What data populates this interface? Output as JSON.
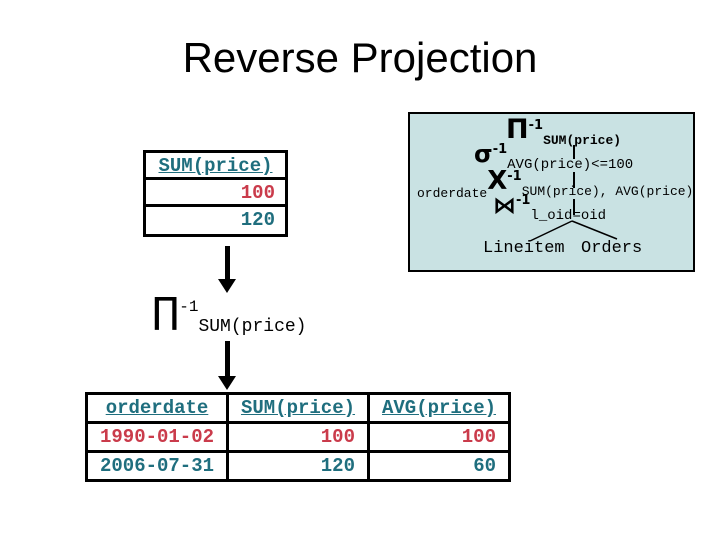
{
  "colors": {
    "teal": "#1f6e7e",
    "red": "#ca3b4b",
    "box_bg": "#c9e2e3",
    "line": "#000000"
  },
  "title": "Reverse Projection",
  "input_table": {
    "header": "SUM(price)",
    "rows": [
      "100",
      "120"
    ]
  },
  "plan_box": {
    "levels": [
      {
        "prefix": "",
        "op": "Π",
        "sup": "-1",
        "sub": "SUM(price)"
      },
      {
        "prefix": "",
        "op": "σ",
        "sup": "-1",
        "sub": "AVG(price)<=100"
      },
      {
        "prefix": "orderdate",
        "op": "Χ",
        "sup": "-1",
        "sub": "SUM(price), AVG(price)"
      },
      {
        "prefix": "",
        "op": "⋈",
        "sup": "-1",
        "sub": "l_oid=oid"
      }
    ],
    "leaves": [
      "Lineitem",
      "Orders"
    ]
  },
  "reverse_projection_label": {
    "op": "∏",
    "sup": "-1",
    "sub": "SUM(price)"
  },
  "output_table": {
    "headers": [
      "orderdate",
      "SUM(price)",
      "AVG(price)"
    ],
    "rows": [
      [
        "1990-01-02",
        "100",
        "100"
      ],
      [
        "2006-07-31",
        "120",
        "60"
      ]
    ]
  }
}
